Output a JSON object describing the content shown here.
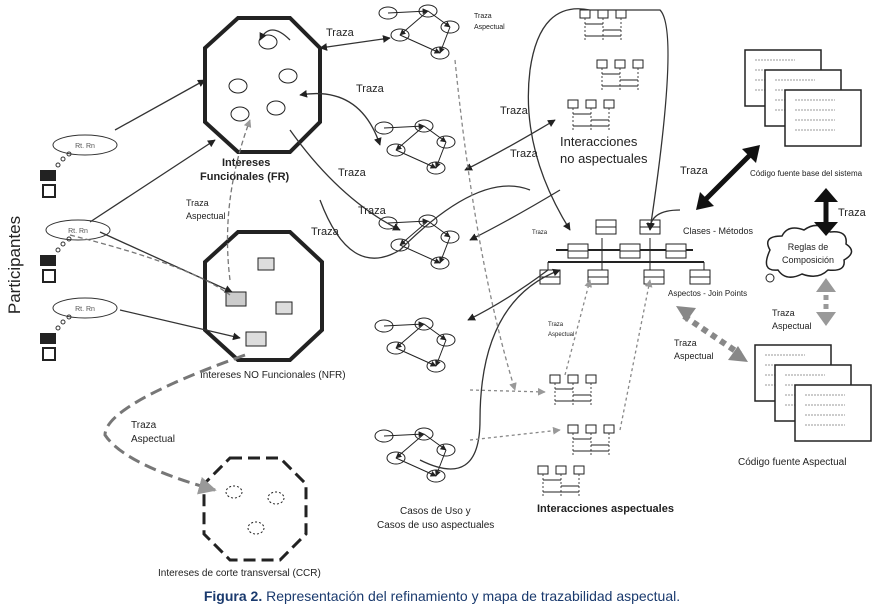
{
  "participants": {
    "label": "Participantes",
    "cloud_text": "Rt.   Rn"
  },
  "trace": "Traza",
  "aspect_trace": {
    "line1": "Traza",
    "line2": "Aspectual"
  },
  "groups": {
    "fr": {
      "line1": "Intereses",
      "line2": "Funcionales (FR)"
    },
    "nfr": "Intereses NO Funcionales (NFR)",
    "ccr": "Intereses de corte transversal (CCR)",
    "use_cases": {
      "line1": "Casos de Uso y",
      "line2": "Casos de uso aspectuales"
    },
    "non_aspect_interactions": {
      "line1": "Interacciones",
      "line2": "no aspectuales"
    },
    "aspect_interactions": "Interacciones aspectuales",
    "classes": "Clases  - Métodos",
    "aspects": "Aspectos   - Join Points",
    "rules": {
      "line1": "Reglas de",
      "line2": "Composición"
    },
    "base_code": "Código fuente base del sistema",
    "aspect_code": "Código fuente Aspectual"
  },
  "caption": {
    "label": "Figura 2.",
    "text": " Representación del refinamiento y mapa de trazabilidad aspectual."
  },
  "colors": {
    "ink": "#222222",
    "caption": "#1a3a6e",
    "aspect_arrow": "#888888"
  }
}
